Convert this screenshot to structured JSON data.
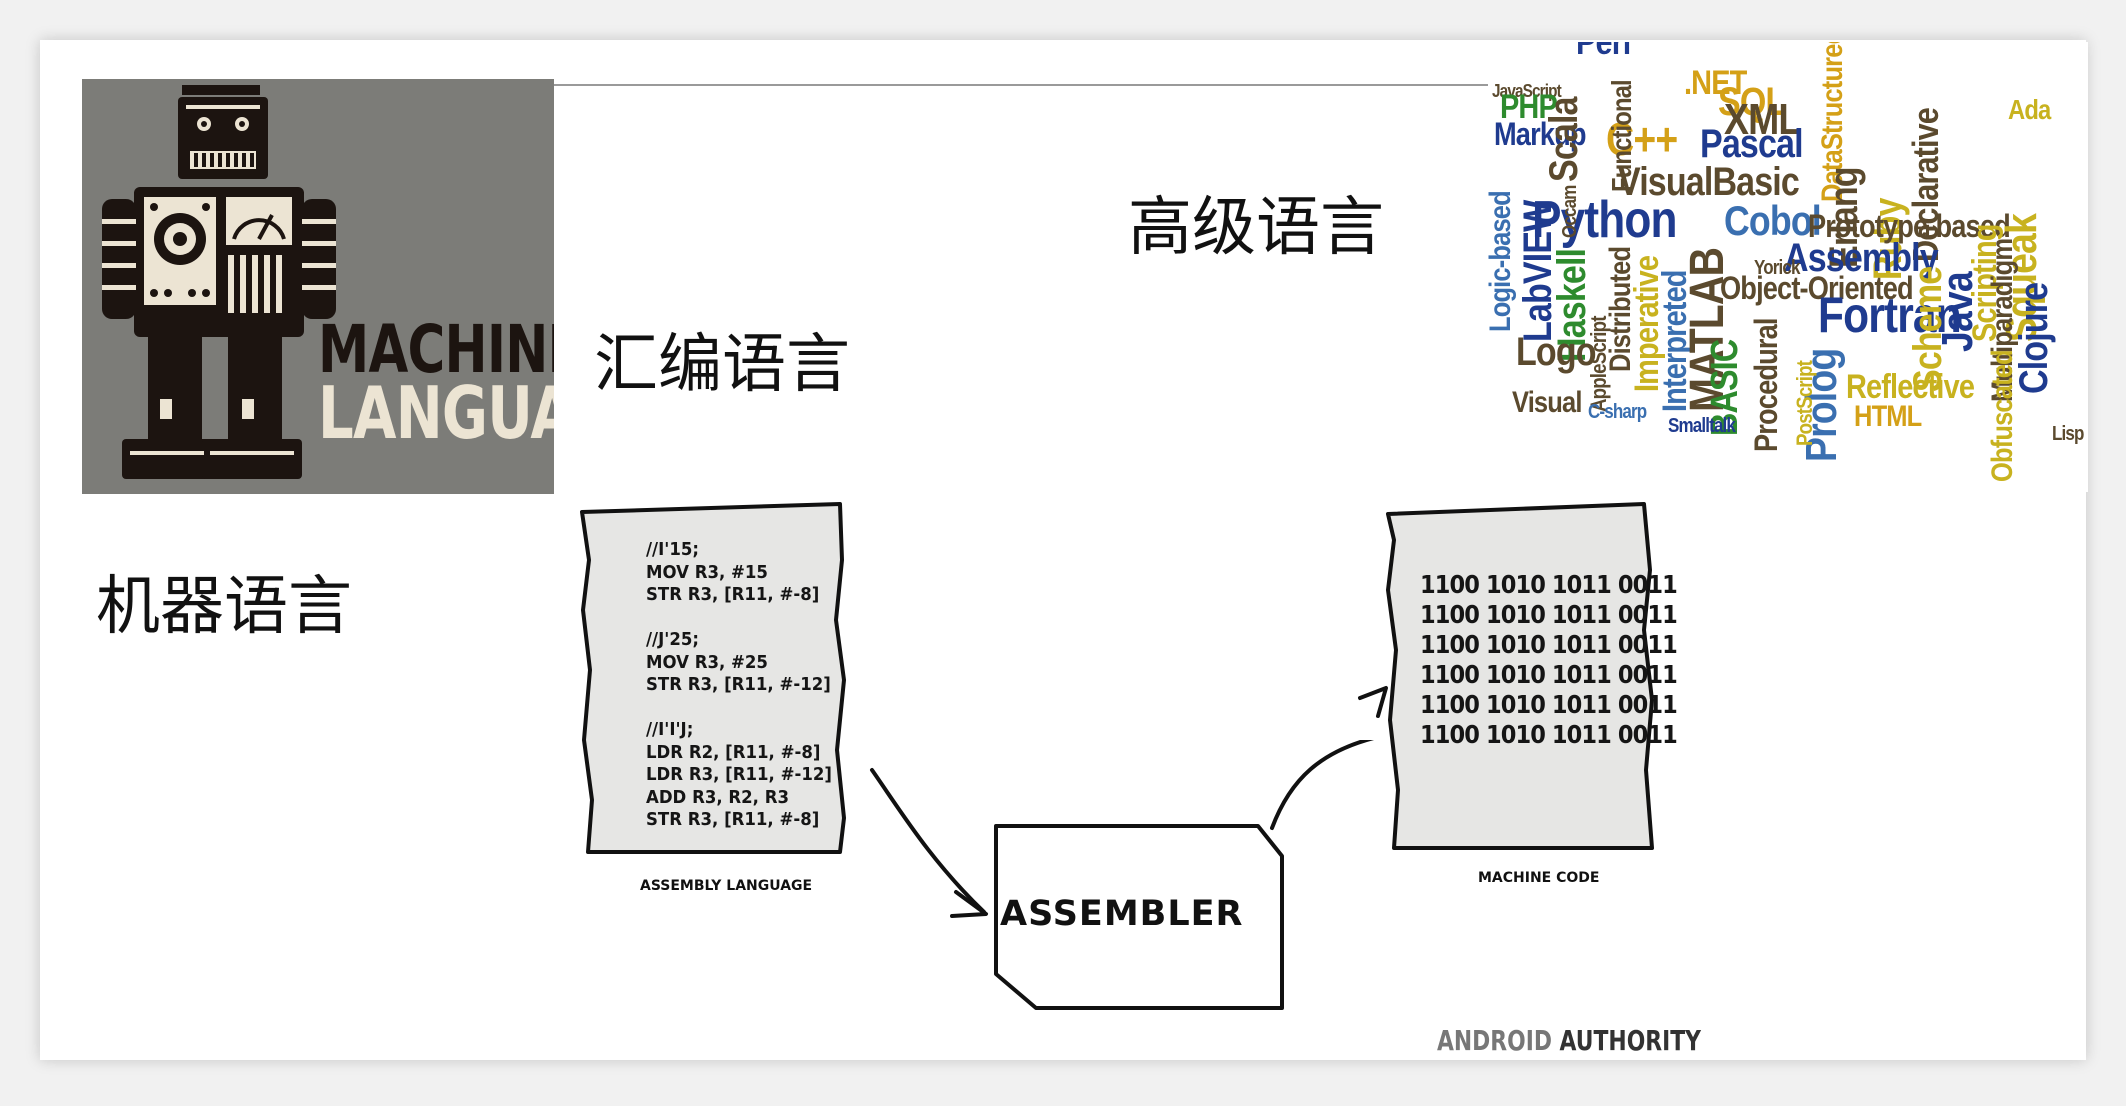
{
  "labels": {
    "high_level": "高级语言",
    "assembly": "汇编语言",
    "machine": "机器语言"
  },
  "robot_image": {
    "line1": "MACHINE",
    "line2": "LANGUAGE"
  },
  "assembly_doc": {
    "code": "//I'15;\nMOV R3, #15\nSTR R3, [R11, #-8]\n\n//J'25;\nMOV R3, #25\nSTR R3, [R11, #-12]\n\n//I'I'J;\nLDR R2, [R11, #-8]\nLDR R3, [R11, #-12]\nADD R3, R2, R3\nSTR R3, [R11, #-8]",
    "caption": "ASSEMBLY LANGUAGE"
  },
  "assembler_box": {
    "label": "ASSEMBLER"
  },
  "machine_doc": {
    "code": "1100 1010 1011 0011\n1100 1010 1011 0011\n1100 1010 1011 0011\n1100 1010 1011 0011\n1100 1010 1011 0011\n1100 1010 1011 0011",
    "caption": "MACHINE CODE"
  },
  "footer": {
    "brand_part1": "ANDROID",
    "brand_part2": "AUTHORITY"
  },
  "word_cloud": {
    "words": [
      "JavaScript",
      "Perl",
      "PHP",
      ".NET",
      "SQL",
      "XML",
      "Markup",
      "C++",
      "Pascal",
      "Scala",
      "Functional",
      "VisualBasic",
      "DataStructured",
      "Erlang",
      "Ruby",
      "Declarative",
      "Ada",
      "Python",
      "Cobol",
      "Prototype-based",
      "Assembly",
      "Logic-based",
      "LabVIEW",
      "Object-Oriented",
      "Java",
      "Scripting",
      "Squeak",
      "Haskell",
      "Fortran",
      "Scheme",
      "Multiparadigm",
      "Clojure",
      "Logo",
      "Distributed",
      "Imperative",
      "Interpreted",
      "MATLAB",
      "BASIC",
      "Procedural",
      "Prolog",
      "Reflective",
      "HTML",
      "Obfuscated",
      "AppleScript",
      "Visual",
      "C-sharp",
      "Smalltalk",
      "PostScript",
      "Lisp",
      "Occam",
      "Yorick"
    ],
    "colors": [
      "#1f3b8f",
      "#2e8b2e",
      "#d4a017",
      "#5b4a2e",
      "#3a6fb0",
      "#c8b21f"
    ]
  }
}
